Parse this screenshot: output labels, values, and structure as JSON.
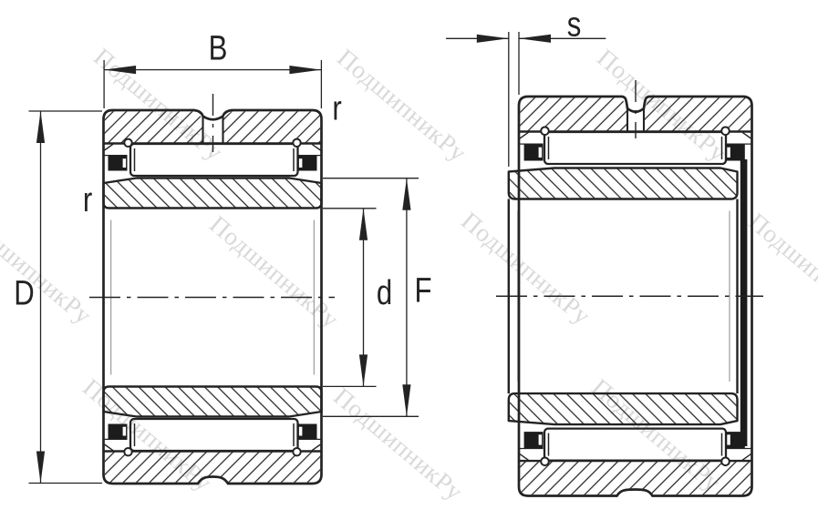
{
  "diagram": {
    "type": "bearing-cross-section-drawing",
    "views": [
      {
        "name": "left-view",
        "description": "needle roller bearing with inner ring, section view",
        "dimension_labels": [
          "B",
          "D",
          "d",
          "F",
          "r",
          "r"
        ]
      },
      {
        "name": "right-view",
        "description": "same bearing with inner ring axially displaced",
        "dimension_labels": [
          "s"
        ]
      }
    ]
  },
  "labels": {
    "width": "B",
    "outer_diameter": "D",
    "bore_diameter": "d",
    "raceway_diameter": "F",
    "corner_radius_left": "r",
    "corner_radius_right": "r",
    "displacement": "s"
  },
  "watermark": {
    "text": "ПодшипникРу"
  },
  "colors": {
    "ink": "#232323",
    "seal_fill": "#1c1c1c",
    "watermark": "#d9d9d9",
    "background": "#ffffff",
    "chamfer_line": "#8f8f8f"
  }
}
